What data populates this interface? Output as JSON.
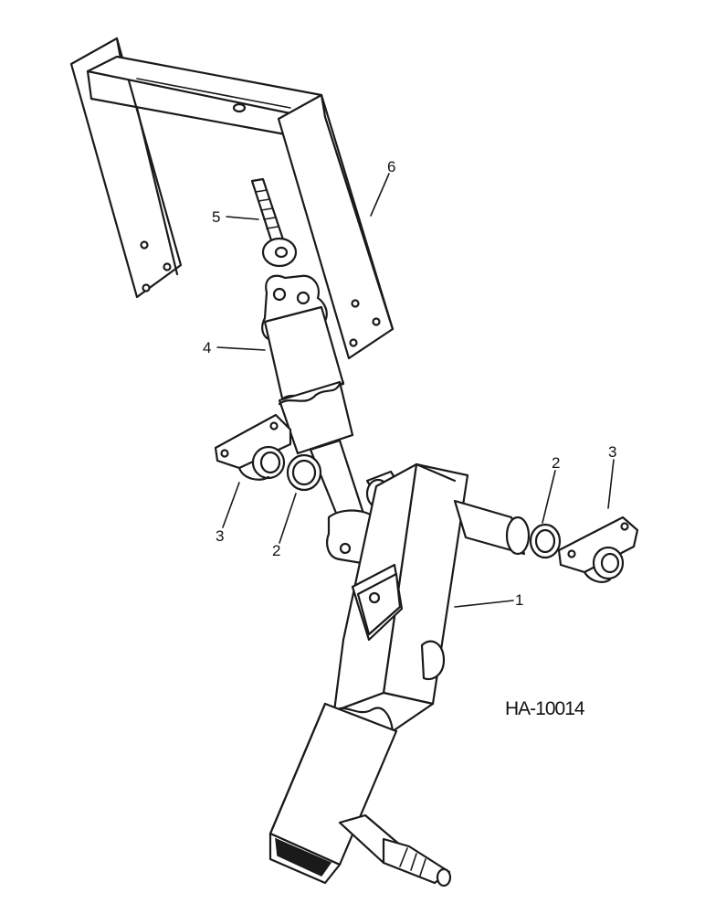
{
  "figure_id": "HA-10014",
  "callouts": {
    "part_1": "1",
    "part_2_left": "2",
    "part_2_right": "2",
    "part_3_left": "3",
    "part_3_right": "3",
    "part_4": "4",
    "part_5": "5",
    "part_6": "6"
  }
}
